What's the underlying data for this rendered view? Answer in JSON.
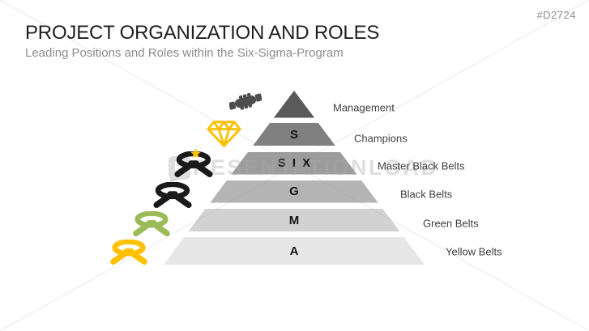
{
  "slide": {
    "id": "#D2724",
    "title": "PROJECT ORGANIZATION AND ROLES",
    "subtitle": "Leading Positions and Roles within the Six-Sigma-Program"
  },
  "watermark": {
    "logo_letter": "P",
    "text": "RESENTATIONLOAD"
  },
  "pyramid": {
    "horizontal_word": "SIX",
    "vertical_word": "SIGMA",
    "levels": [
      {
        "letters": [],
        "label": "Management",
        "color": "#5a5a5a",
        "icon": "handshake-icon"
      },
      {
        "letters": [
          "S"
        ],
        "label": "Champions",
        "color": "#808080",
        "icon": "diamond-icon"
      },
      {
        "letters": [
          "S",
          "I",
          "X"
        ],
        "label": "Master Black Belts",
        "color": "#9c9c9c",
        "icon": "master-black-belt-icon"
      },
      {
        "letters": [
          "G"
        ],
        "label": "Black Belts",
        "color": "#b4b4b4",
        "icon": "black-belt-icon"
      },
      {
        "letters": [
          "M"
        ],
        "label": "Green Belts",
        "color": "#d2d2d2",
        "icon": "green-belt-icon"
      },
      {
        "letters": [
          "A"
        ],
        "label": "Yellow Belts",
        "color": "#e6e6e6",
        "icon": "yellow-belt-icon"
      }
    ]
  },
  "icons": {
    "handshake": "#4d4d4d",
    "diamond": "#ffc000",
    "star": "#ffc000",
    "belt_black": "#1a1a1a",
    "belt_green": "#9bbb59",
    "belt_yellow": "#ffc000"
  }
}
